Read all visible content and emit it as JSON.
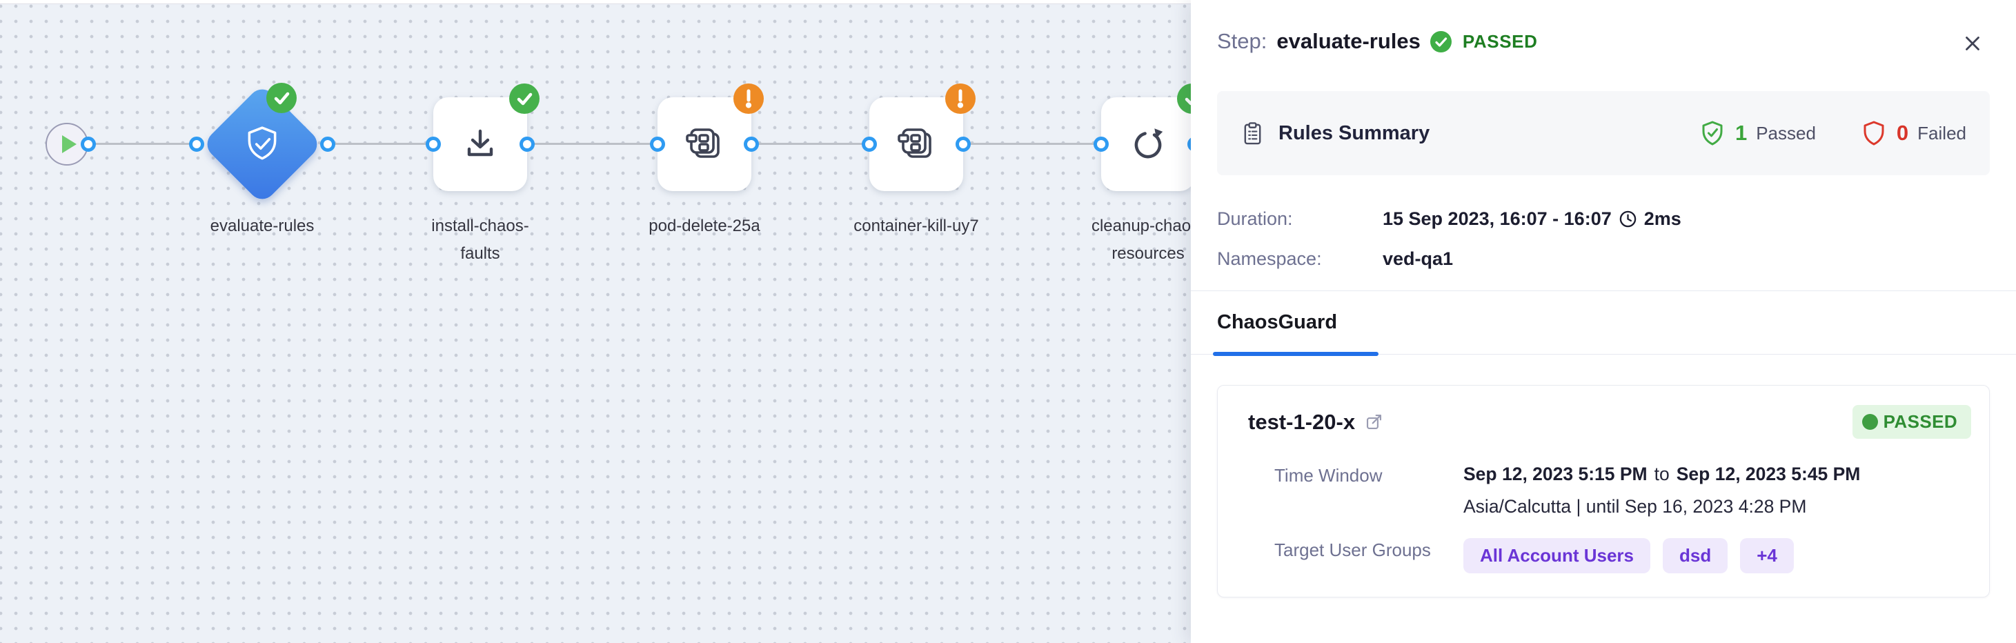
{
  "colors": {
    "canvas_bg": "#edf1f7",
    "node_accent_blue": "#3a76e4",
    "port_blue": "#2f9bf2",
    "success_green": "#46b14c",
    "warning_orange": "#ee8b25",
    "failed_red": "#dc392c",
    "tab_accent_blue": "#2170e8",
    "group_badge_purple": "#6a35d6",
    "passed_pill_bg": "#e3f6e3"
  },
  "canvas": {
    "nodes": [
      {
        "id": "evaluate-rules",
        "label": "evaluate-rules",
        "shape": "diamond",
        "icon": "shield-check",
        "status": "passed"
      },
      {
        "id": "install-chaos-faults",
        "label": "install-chaos-faults",
        "shape": "square",
        "icon": "download",
        "status": "passed"
      },
      {
        "id": "pod-delete-25a",
        "label": "pod-delete-25a",
        "shape": "square",
        "icon": "chaos-fault",
        "status": "warning"
      },
      {
        "id": "container-kill-uy7",
        "label": "container-kill-uy7",
        "shape": "square",
        "icon": "chaos-fault",
        "status": "warning"
      },
      {
        "id": "cleanup-chaos-resources",
        "label": "cleanup-chaos-resources",
        "shape": "square",
        "icon": "refresh",
        "status": "passed"
      }
    ]
  },
  "panel": {
    "header": {
      "prefix": "Step:",
      "step_name": "evaluate-rules",
      "status": "PASSED"
    },
    "rules_summary": {
      "title": "Rules Summary",
      "passed_count": "1",
      "passed_label": "Passed",
      "failed_count": "0",
      "failed_label": "Failed"
    },
    "details": {
      "duration_label": "Duration:",
      "duration_value": "15 Sep 2023, 16:07 - 16:07",
      "duration_elapsed": "2ms",
      "namespace_label": "Namespace:",
      "namespace_value": "ved-qa1"
    },
    "tabs": [
      {
        "label": "ChaosGuard",
        "active": true
      }
    ],
    "guard": {
      "title": "test-1-20-x",
      "status": "PASSED",
      "time_window_label": "Time Window",
      "time_start": "Sep 12, 2023 5:15 PM",
      "time_join": "to",
      "time_end": "Sep 12, 2023 5:45 PM",
      "timezone_line": "Asia/Calcutta | until Sep 16, 2023 4:28 PM",
      "target_groups_label": "Target User Groups",
      "groups": [
        "All Account Users",
        "dsd",
        "+4"
      ]
    }
  }
}
